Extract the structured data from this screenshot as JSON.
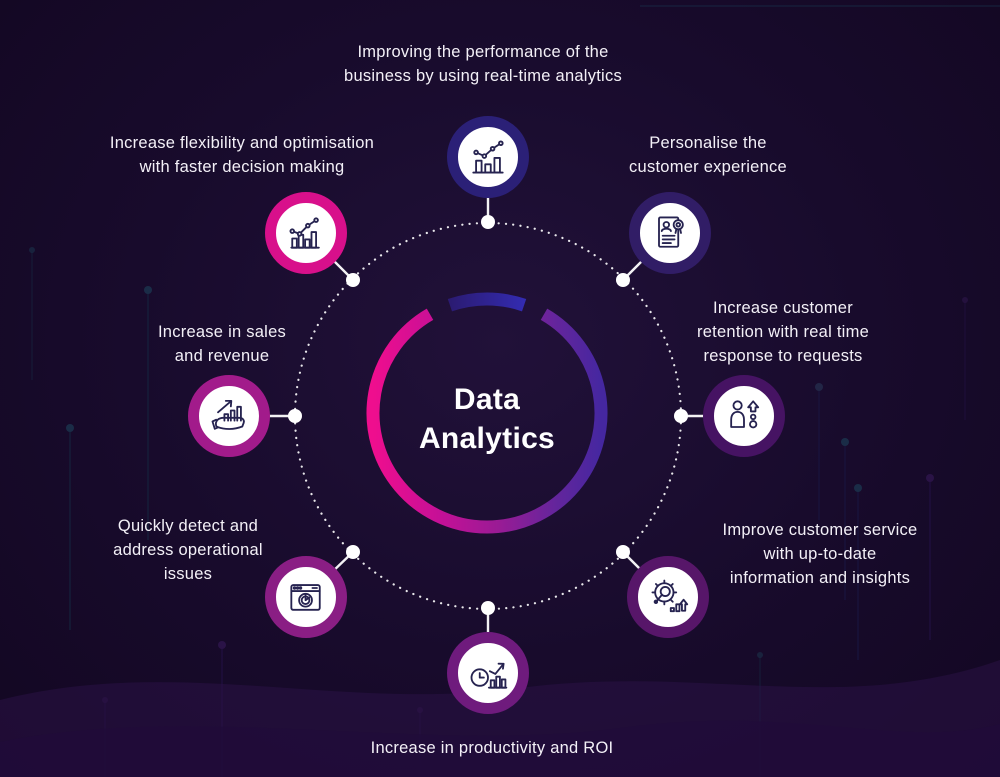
{
  "background": {
    "base_color": "#180b2c",
    "wave_colors": [
      "#2b1147",
      "#200c3a"
    ],
    "pin_dot_colors": {
      "teal": "#1e4a5f",
      "purple": "#3b1d5f"
    }
  },
  "center": {
    "title": "Data\nAnalytics",
    "ring_gradient": [
      "#ef0e8e",
      "#c41097",
      "#9a1b95",
      "#64259c",
      "#4527a0"
    ],
    "top_segment_colors": [
      "#2b1b72",
      "#332bb0"
    ],
    "dashed_circle_color": "#ffffff",
    "connector_color": "#ffffff"
  },
  "nodes": [
    {
      "id": "performance",
      "label": "Improving the performance of the\nbusiness by using real-time analytics",
      "icon": "bar-chart-trend-icon",
      "ring_color": "#2b2077"
    },
    {
      "id": "personalise",
      "label": "Personalise the\ncustomer experience",
      "icon": "personalised-document-icon",
      "ring_color": "#311d66"
    },
    {
      "id": "retention",
      "label": "Increase customer\nretention with real time\nresponse to requests",
      "icon": "customer-retention-icon",
      "ring_color": "#461363"
    },
    {
      "id": "customer-service",
      "label": "Improve customer service\nwith up-to-date\ninformation and insights",
      "icon": "customer-service-gear-icon",
      "ring_color": "#571669"
    },
    {
      "id": "productivity",
      "label": "Increase in productivity and ROI",
      "icon": "productivity-clock-icon",
      "ring_color": "#6f1b7d"
    },
    {
      "id": "operations",
      "label": "Quickly detect and\naddress operational\nissues",
      "icon": "operations-dashboard-icon",
      "ring_color": "#8a1e84"
    },
    {
      "id": "sales",
      "label": "Increase in sales\nand revenue",
      "icon": "sales-growth-hand-icon",
      "ring_color": "#a21b8b"
    },
    {
      "id": "flexibility",
      "label": "Increase flexibility and optimisation\nwith faster decision making",
      "icon": "decision-chart-icon",
      "ring_color": "#d8108b"
    }
  ]
}
